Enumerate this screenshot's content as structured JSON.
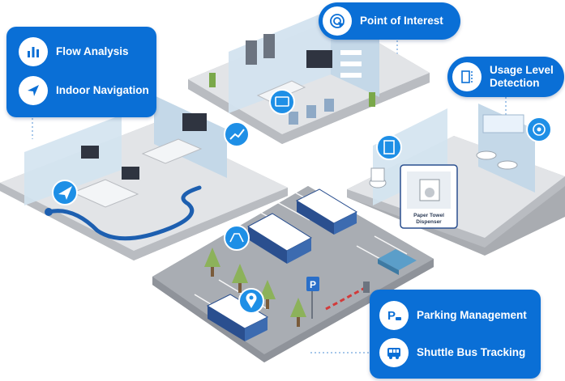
{
  "features": {
    "flow_analysis": "Flow Analysis",
    "indoor_navigation": "Indoor Navigation",
    "point_of_interest": "Point of Interest",
    "usage_level_detection": "Usage Level Detection",
    "parking_management": "Parking Management",
    "shuttle_bus_tracking": "Shuttle Bus Tracking"
  },
  "scene_labels": {
    "dispenser_line1": "Paper Towel",
    "dispenser_line2": "Dispenser"
  },
  "colors": {
    "accent": "#0a6fd6",
    "badge": "#1e8fe6",
    "platform_top": "#e2e4e7",
    "platform_side": "#a9acb1",
    "wall": "#d3e3ef",
    "path": "#1d5fb0",
    "tree": "#8cb25a",
    "bus": "#2a4f8f"
  },
  "icons": {
    "flow_analysis": "bar-chart-icon",
    "indoor_navigation": "navigation-arrow-icon",
    "point_of_interest": "tap-target-icon",
    "usage_level_detection": "level-gauge-icon",
    "parking_management": "parking-car-icon",
    "shuttle_bus_tracking": "bus-icon"
  }
}
